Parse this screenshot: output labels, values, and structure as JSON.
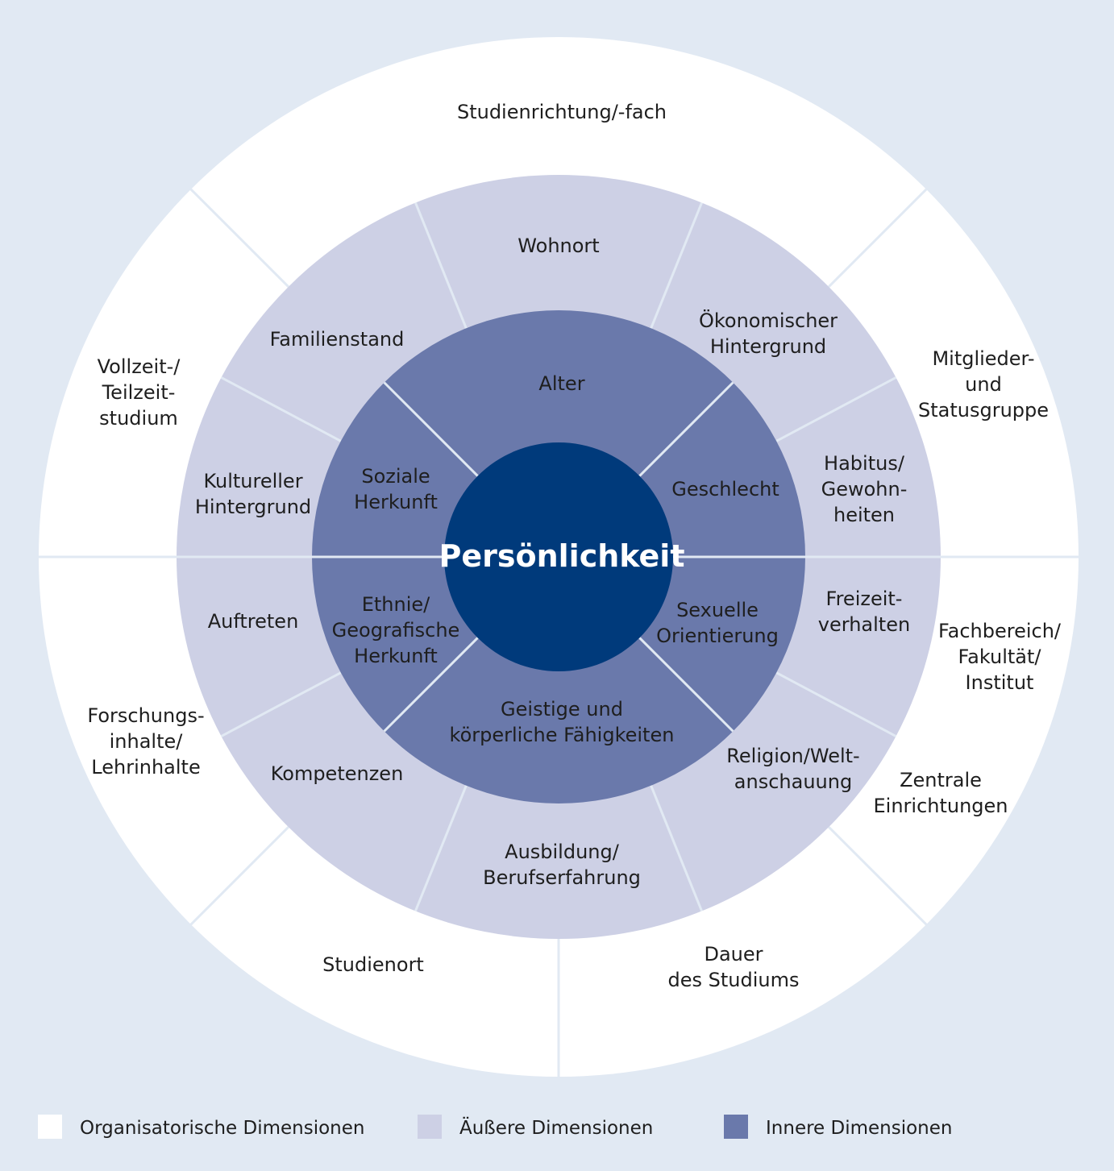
{
  "colors": {
    "background": "#e1e9f3",
    "organisational": "#ffffff",
    "outer": "#cdd0e5",
    "inner": "#6a79ab",
    "core": "#003a7b",
    "divider": "#e1e9f3"
  },
  "center": {
    "label": "Persönlichkeit"
  },
  "rings": {
    "inner": {
      "items": [
        "Alter",
        "Geschlecht",
        "Sexuelle\nOrientierung",
        "Geistige und\nkörperliche Fähigkeiten",
        "Ethnie/\nGeografische\nHerkunft",
        "Soziale\nHerkunft"
      ]
    },
    "outer": {
      "items": [
        "Wohnort",
        "Ökonomischer\nHintergrund",
        "Habitus/\nGewohn-\nheiten",
        "Freizeit-\nverhalten",
        "Religion/Welt-\nanschauung",
        "Ausbildung/\nBerufserfahrung",
        "Kompetenzen",
        "Auftreten",
        "Kultureller\nHintergrund",
        "Familienstand"
      ]
    },
    "organisational": {
      "items": [
        "Studienrichtung/-fach",
        "Mitglieder-\nund\nStatusgruppe",
        "Fachbereich/\nFakultät/\nInstitut",
        "Zentrale\nEinrichtungen",
        "Dauer\ndes Studiums",
        "Studienort",
        "Forschungs-\ninhalte/\nLehrinhalte",
        "Vollzeit-/\nTeilzeit-\nstudium"
      ]
    }
  },
  "legend": [
    {
      "label": "Organisatorische Dimensionen",
      "color": "#ffffff"
    },
    {
      "label": "Äußere Dimensionen",
      "color": "#cdd0e5"
    },
    {
      "label": "Innere Dimensionen",
      "color": "#6a79ab"
    }
  ]
}
